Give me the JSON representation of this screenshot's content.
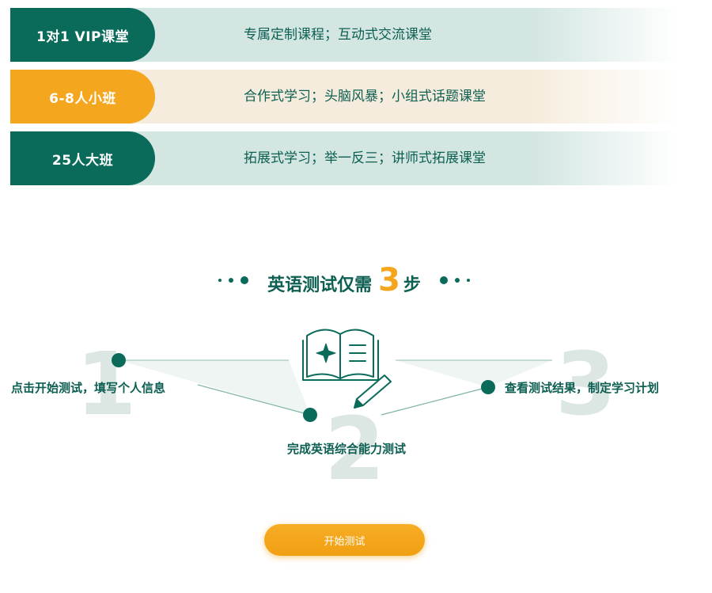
{
  "classes": [
    {
      "name": "1对1 VIP课堂",
      "desc": "专属定制课程；互动式交流课堂",
      "theme": "green"
    },
    {
      "name": "6-8人小班",
      "desc": "合作式学习；头脑风暴；小组式话题课堂",
      "theme": "orange"
    },
    {
      "name": "25人大班",
      "desc": "拓展式学习；举一反三；讲师式拓展课堂",
      "theme": "green"
    }
  ],
  "section": {
    "title_prefix": "英语测试仅需",
    "title_number": "3",
    "title_suffix": "步"
  },
  "steps": [
    {
      "number": "1",
      "label": "点击开始测试，填写个人信息"
    },
    {
      "number": "2",
      "label": "完成英语综合能力测试"
    },
    {
      "number": "3",
      "label": "查看测试结果，制定学习计划"
    }
  ],
  "icons": {
    "book": "book-pencil-icon"
  },
  "button": {
    "start_label": "开始测试"
  },
  "colors": {
    "primary_green": "#0a6b5a",
    "accent_orange": "#f3a61e",
    "light_green_bg": "#d3e6e2",
    "light_orange_bg": "#f6ecdd"
  }
}
